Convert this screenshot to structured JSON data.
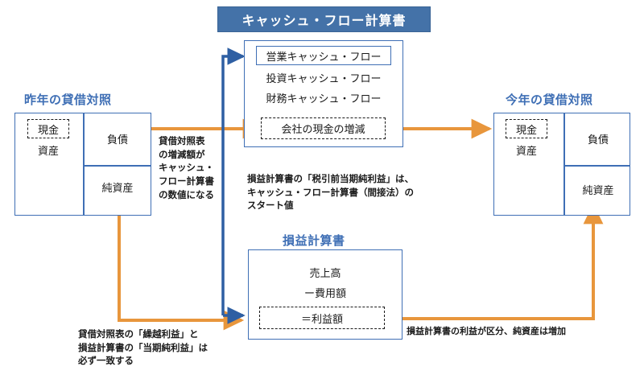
{
  "diagram": {
    "title_banner": "キャッシュ・フロー計算書",
    "colors": {
      "banner_fill": "#4472a8",
      "frame_blue": "#3f6fb5",
      "title_blue": "#3f6fb5",
      "arrow_orange": "#e8963c",
      "arrow_blue": "#2e5fa3",
      "text_black": "#1a1a1a",
      "background": "#ffffff"
    }
  },
  "balance_sheet_last_year": {
    "title": "昨年の貸借対照",
    "cash": "現金",
    "assets": "資産",
    "liabilities": "負債",
    "net_assets": "純資産"
  },
  "balance_sheet_this_year": {
    "title": "今年の貸借対照",
    "cash": "現金",
    "assets": "資産",
    "liabilities": "負債",
    "net_assets": "純資産"
  },
  "cash_flow_statement": {
    "title": "キャッシュ・フロー計算書",
    "rows": [
      "営業キャッシュ・フロー",
      "投資キャッシュ・フロー",
      "財務キャッシュ・フロー"
    ],
    "total": "会社の現金の増減"
  },
  "income_statement": {
    "title": "損益計算書",
    "rows": [
      "売上高",
      "ー費用額"
    ],
    "total": "＝利益額"
  },
  "notes": {
    "bs_to_cf": "貸借対照表\nの増減額が\nキャッシュ・\nフロー計算書\nの数値になる",
    "pl_to_cf": "損益計算書の「税引前当期純利益」は、\nキャッシュ・フロー計算書（間接法）の\nスタート値",
    "bs_pl_match": "貸借対照表の「繰越利益」と\n損益計算書の「当期純利益」は\n必ず一致する",
    "pl_to_bs": "損益計算書の利益が区分、純資産は増加"
  }
}
